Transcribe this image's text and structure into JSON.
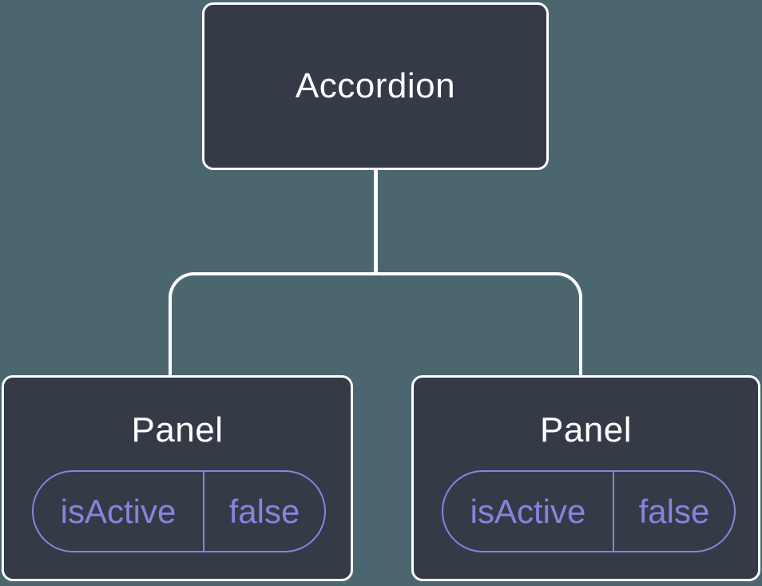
{
  "colors": {
    "background": "#4c6670",
    "node_fill": "#343b47",
    "node_border": "#ffffff",
    "connector": "#ffffff",
    "label_text": "#ffffff",
    "accent": "#8783de"
  },
  "tree": {
    "root": {
      "label": "Accordion"
    },
    "children": [
      {
        "label": "Panel",
        "props": [
          {
            "name": "isActive",
            "value": "false"
          }
        ]
      },
      {
        "label": "Panel",
        "props": [
          {
            "name": "isActive",
            "value": "false"
          }
        ]
      }
    ]
  }
}
